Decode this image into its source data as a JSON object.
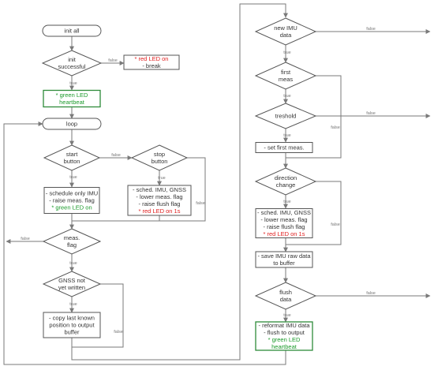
{
  "colors": {
    "red": "#e02020",
    "green": "#1a9a2a",
    "line": "#7a7a7a"
  },
  "edge_labels": {
    "true": "true",
    "false": "false"
  },
  "left": {
    "init_all": "init all",
    "init_successful": [
      "init",
      "successful"
    ],
    "init_fail": [
      {
        "text": "* red LED on",
        "color": "red"
      },
      {
        "text": "- break",
        "color": "default"
      }
    ],
    "heartbeat": [
      {
        "text": "* green LED",
        "color": "green"
      },
      {
        "text": "heartbeat",
        "color": "green"
      }
    ],
    "loop": "loop",
    "start_button": [
      "start",
      "button"
    ],
    "stop_button": [
      "stop",
      "button"
    ],
    "start_actions": [
      {
        "text": "- schedule only IMU",
        "color": "default"
      },
      {
        "text": "- raise meas. flag",
        "color": "default"
      },
      {
        "text": "* green LED on",
        "color": "green"
      }
    ],
    "stop_actions": [
      {
        "text": "- sched. IMU, GNSS",
        "color": "default"
      },
      {
        "text": "- lower meas. flag",
        "color": "default"
      },
      {
        "text": "- raise flush flag",
        "color": "default"
      },
      {
        "text": "* red LED on 1s",
        "color": "red"
      }
    ],
    "meas_flag": [
      "meas.",
      "flag"
    ],
    "gnss_not_written": [
      "GNSS not",
      "yet written"
    ],
    "copy_position": [
      {
        "text": "- copy last known",
        "color": "default"
      },
      {
        "text": "position to output",
        "color": "default"
      },
      {
        "text": "buffer",
        "color": "default"
      }
    ]
  },
  "right": {
    "new_imu_data": [
      "new IMU",
      "data"
    ],
    "first_meas": [
      "first",
      "meas"
    ],
    "treshold": [
      "treshold"
    ],
    "set_first_meas": "- set first meas.",
    "direction_change": [
      "direction",
      "change"
    ],
    "direction_actions": [
      {
        "text": "- sched. IMU, GNSS",
        "color": "default"
      },
      {
        "text": "- lower meas. flag",
        "color": "default"
      },
      {
        "text": "- raise flush flag",
        "color": "default"
      },
      {
        "text": "* red LED on 1s",
        "color": "red"
      }
    ],
    "save_imu": [
      "- save IMU raw data",
      "to buffer"
    ],
    "flush_data": [
      "flush",
      "data"
    ],
    "reformat": [
      {
        "text": "- reformat IMU data",
        "color": "default"
      },
      {
        "text": "- flush to output",
        "color": "default"
      },
      {
        "text": "* green LED",
        "color": "green"
      },
      {
        "text": "heartbeat",
        "color": "green"
      }
    ]
  }
}
